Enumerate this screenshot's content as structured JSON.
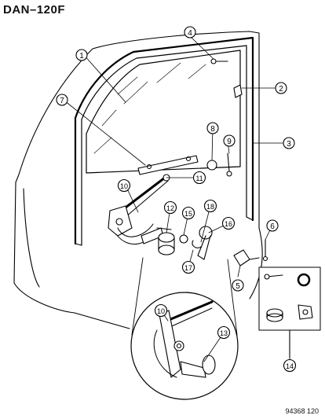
{
  "diagram": {
    "title": "DAN–120F",
    "doc_number": "94368  120",
    "callouts": [
      "1",
      "2",
      "3",
      "4",
      "5",
      "6",
      "7",
      "8",
      "9",
      "10",
      "11",
      "12",
      "13",
      "14",
      "15",
      "16",
      "17",
      "18",
      "10"
    ]
  }
}
